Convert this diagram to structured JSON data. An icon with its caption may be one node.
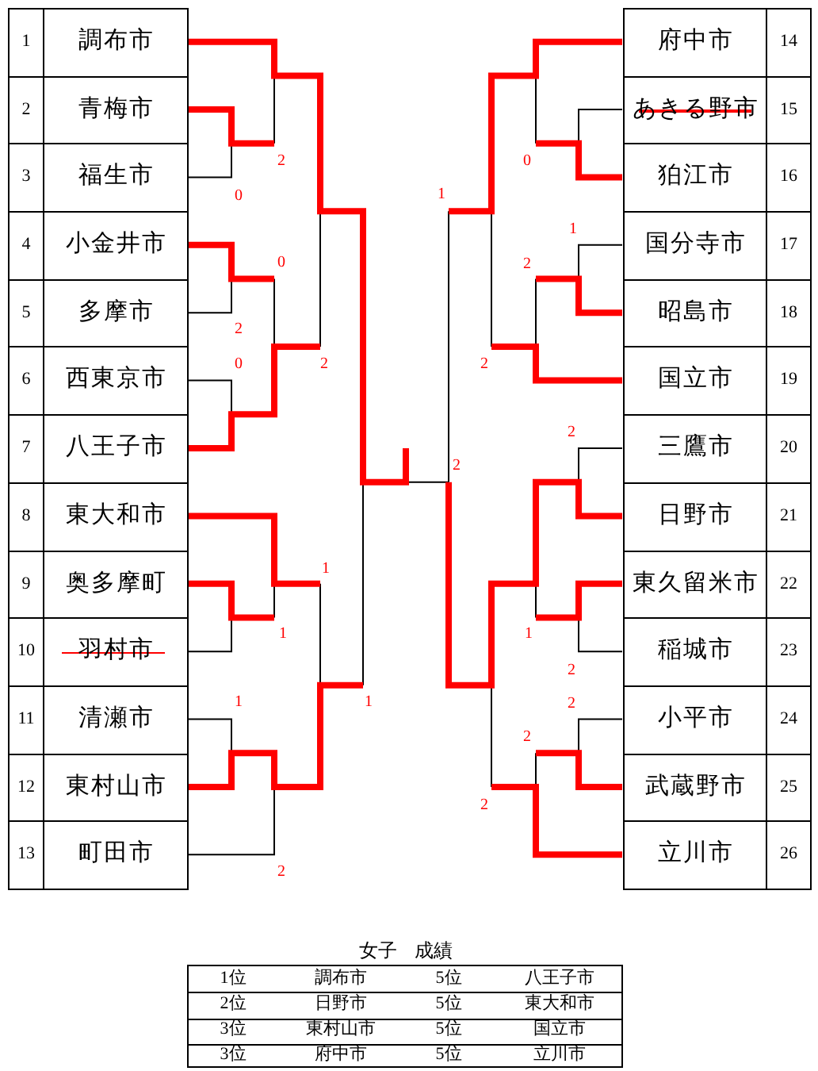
{
  "diagram": {
    "nodes": [
      {
        "text": [
          "調布市"
        ],
        "beside": [
          "1"
        ]
      },
      {
        "text": [
          "青梅市"
        ],
        "beside": [
          "2"
        ]
      },
      {
        "text": [
          "福生市"
        ],
        "beside": [
          "3"
        ]
      },
      {
        "text": [
          "小金井市"
        ],
        "beside": [
          "4"
        ]
      },
      {
        "text": [
          "多摩市"
        ],
        "beside": [
          "5"
        ]
      },
      {
        "text": [
          "西東京市"
        ],
        "beside": [
          "6"
        ]
      },
      {
        "text": [
          "八王子市"
        ],
        "beside": [
          "7"
        ]
      },
      {
        "text": [
          "東大和市"
        ],
        "beside": [
          "8"
        ]
      },
      {
        "text": [
          "奥多摩町"
        ],
        "beside": [
          "9"
        ]
      },
      {
        "text": [
          "羽村市"
        ],
        "beside": [
          "10"
        ]
      },
      {
        "text": [
          "清瀬市"
        ],
        "beside": [
          "11"
        ]
      },
      {
        "text": [
          "東村山市"
        ],
        "beside": [
          "12"
        ]
      },
      {
        "text": [
          "町田市"
        ],
        "beside": [
          "13"
        ]
      },
      {
        "text": [
          "府中市"
        ],
        "beside": [
          "14"
        ]
      },
      {
        "text": [
          "あきる野市"
        ],
        "beside": [
          "15"
        ]
      },
      {
        "text": [
          "狛江市"
        ],
        "beside": [
          "16"
        ]
      },
      {
        "text": [
          "国分寺市"
        ],
        "beside": [
          "17"
        ]
      },
      {
        "text": [
          "昭島市"
        ],
        "beside": [
          "18"
        ]
      },
      {
        "text": [
          "国立市"
        ],
        "beside": [
          "19"
        ]
      },
      {
        "text": [
          "三鷹市"
        ],
        "beside": [
          "20"
        ]
      },
      {
        "text": [
          "日野市"
        ],
        "beside": [
          "21"
        ]
      },
      {
        "text": [
          "東久留米市"
        ],
        "beside": [
          "22"
        ]
      },
      {
        "text": [
          "稲城市"
        ],
        "beside": [
          "23"
        ]
      },
      {
        "text": [
          "小平市"
        ],
        "beside": [
          "24"
        ]
      },
      {
        "text": [
          "武蔵野市"
        ],
        "beside": [
          "25"
        ]
      },
      {
        "text": [
          "立川市"
        ],
        "beside": [
          "26"
        ]
      }
    ],
    "edges": [
      {
        "from": 0,
        "to": null,
        "arrow": "none"
      },
      {
        "from": 1,
        "to": null,
        "arrow": "none",
        "label": "2"
      },
      {
        "from": 2,
        "to": null,
        "arrow": "none",
        "label": "0",
        "color": "#000000"
      },
      {
        "from": 3,
        "to": null,
        "arrow": "none",
        "label": "0"
      },
      {
        "from": 4,
        "to": null,
        "arrow": "none",
        "label": "2",
        "color": "#000000"
      },
      {
        "from": 5,
        "to": null,
        "arrow": "none",
        "label": "0",
        "color": "#000000"
      },
      {
        "from": 6,
        "to": null,
        "arrow": "none",
        "label": "2"
      },
      {
        "from": 7,
        "to": null,
        "arrow": "none",
        "label": "1"
      },
      {
        "from": 8,
        "to": null,
        "arrow": "none",
        "label": "1"
      },
      {
        "from": 9,
        "to": null,
        "arrow": "none",
        "color": "#000000"
      },
      {
        "from": 10,
        "to": null,
        "arrow": "none",
        "label": "1",
        "color": "#000000"
      },
      {
        "from": 11,
        "to": null,
        "arrow": "none",
        "label": "1"
      },
      {
        "from": 12,
        "to": null,
        "arrow": "none",
        "label": "2",
        "color": "#000000"
      },
      {
        "from": 13,
        "to": null,
        "arrow": "none",
        "label": "1"
      },
      {
        "from": 14,
        "to": null,
        "arrow": "none",
        "color": "#000000"
      },
      {
        "from": 15,
        "to": null,
        "arrow": "none",
        "label": "0"
      },
      {
        "from": 16,
        "to": null,
        "arrow": "none",
        "label": "1",
        "color": "#000000"
      },
      {
        "from": 17,
        "to": null,
        "arrow": "none",
        "label": "2"
      },
      {
        "from": 18,
        "to": null,
        "arrow": "none",
        "label": "2"
      },
      {
        "from": 19,
        "to": null,
        "arrow": "none",
        "label": "2",
        "color": "#000000"
      },
      {
        "from": 20,
        "to": null,
        "arrow": "none",
        "label": "2"
      },
      {
        "from": 21,
        "to": null,
        "arrow": "none",
        "label": "1"
      },
      {
        "from": 22,
        "to": null,
        "arrow": "none",
        "label": "2",
        "color": "#000000"
      },
      {
        "from": 23,
        "to": null,
        "arrow": "none",
        "label": "2",
        "color": "#000000"
      },
      {
        "from": 24,
        "to": null,
        "arrow": "none",
        "label": "2"
      },
      {
        "from": 25,
        "to": null,
        "arrow": "none",
        "label": "2"
      }
    ],
    "labels": [
      "女子 成績",
      "1位",
      "調布市",
      "5位",
      "八王子市",
      "2位",
      "日野市",
      "5位",
      "東大和市",
      "3位",
      "東村山市",
      "5位",
      "国立市",
      "3位",
      "府中市",
      "5位",
      "立川市"
    ]
  }
}
